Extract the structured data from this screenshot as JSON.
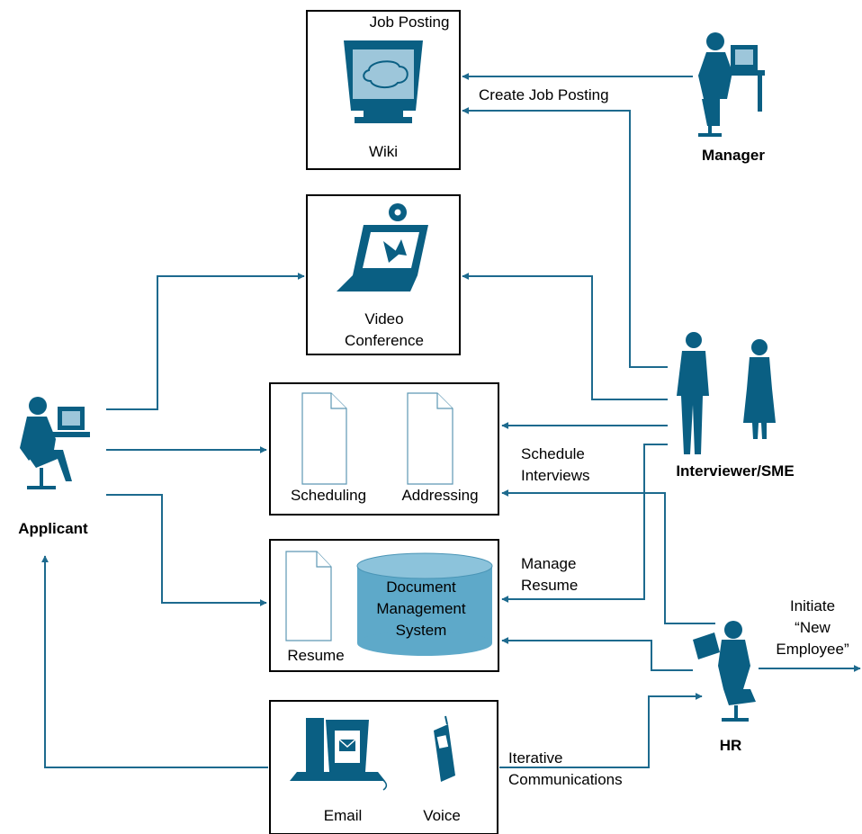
{
  "colors": {
    "flow": "#1d6a8e",
    "icon": "#0a5f83",
    "icon_light": "#5ea9c9",
    "box_border": "#000000"
  },
  "systems": {
    "wiki": {
      "corner_label": "Job Posting",
      "label": "Wiki",
      "icon": "monitor-icon"
    },
    "video": {
      "label_line1": "Video",
      "label_line2": "Conference",
      "icon": "laptop-camera-icon"
    },
    "scheduling": {
      "label": "Scheduling",
      "icon": "document-icon"
    },
    "addressing": {
      "label": "Addressing",
      "icon": "document-icon"
    },
    "resume": {
      "label": "Resume",
      "icon": "document-icon"
    },
    "dms": {
      "line1": "Document",
      "line2": "Management",
      "line3": "System",
      "icon": "database-cylinder-icon"
    },
    "email": {
      "label": "Email",
      "icon": "computer-icon"
    },
    "voice": {
      "label": "Voice",
      "icon": "mobile-phone-icon"
    }
  },
  "actors": {
    "manager": {
      "label": "Manager",
      "icon": "person-at-workstation-icon"
    },
    "interviewer": {
      "label": "Interviewer/SME",
      "icon": "standing-people-icon"
    },
    "applicant": {
      "label": "Applicant",
      "icon": "person-at-computer-icon"
    },
    "hr": {
      "label": "HR",
      "icon": "person-with-laptop-icon"
    }
  },
  "flows": {
    "create_job_posting": "Create Job Posting",
    "schedule_line1": "Schedule",
    "schedule_line2": "Interviews",
    "manage_line1": "Manage",
    "manage_line2": "Resume",
    "iterative_line1": "Iterative",
    "iterative_line2": "Communications",
    "initiate_line1": "Initiate",
    "initiate_line2": "“New",
    "initiate_line3": "Employee”"
  }
}
